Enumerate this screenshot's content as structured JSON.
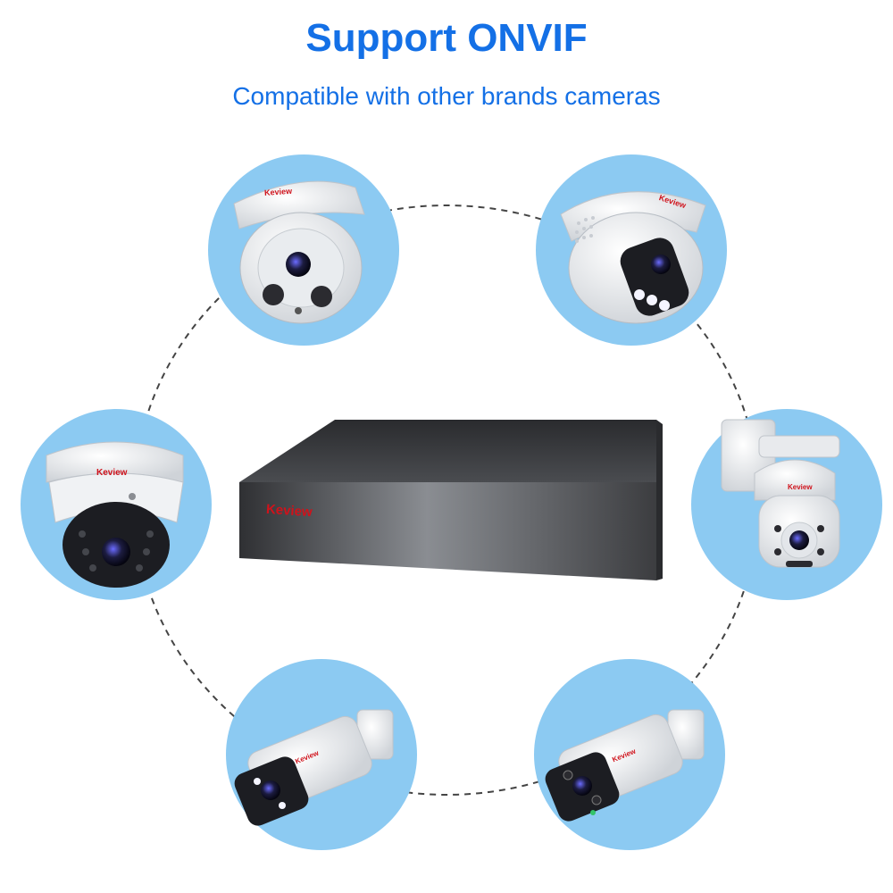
{
  "header": {
    "title": "Support ONVIF",
    "subtitle": "Compatible with other brands cameras"
  },
  "brand": {
    "logo_text": "Keview"
  },
  "cameras": [
    {
      "id": "turret-ir",
      "type": "turret-dome",
      "icon": "turret-camera-icon"
    },
    {
      "id": "turret-fullcolor",
      "type": "turret-dome-color",
      "icon": "turret-camera-icon"
    },
    {
      "id": "vandal-dome",
      "type": "vandal-dome",
      "icon": "dome-camera-icon"
    },
    {
      "id": "ptz-mini",
      "type": "ptz",
      "icon": "ptz-camera-icon"
    },
    {
      "id": "bullet-color",
      "type": "bullet",
      "icon": "bullet-camera-icon"
    },
    {
      "id": "bullet-ir",
      "type": "bullet",
      "icon": "bullet-camera-icon"
    }
  ],
  "colors": {
    "accent": "#1470e6",
    "circle_fill": "#8ccaf2",
    "dash": "#444444",
    "brand_red": "#d0121b",
    "nvr_dark": "#3c3d40",
    "nvr_light": "#8a8d92"
  }
}
